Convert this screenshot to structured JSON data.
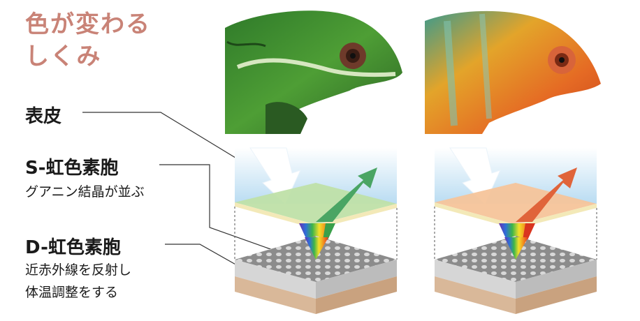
{
  "title": {
    "line1": "色が変わる",
    "line2": "しくみ"
  },
  "labels": {
    "epidermis": "表皮",
    "s_iridophore": "S-虹色素胞",
    "s_desc": "グアニン結晶が並ぶ",
    "d_iridophore": "D-虹色素胞",
    "d_desc1": "近赤外線を反射し",
    "d_desc2": "体温調整をする"
  },
  "panels": [
    {
      "name": "green",
      "skin_color": "#b8dca0",
      "reflect_color": "#4aa564"
    },
    {
      "name": "orange",
      "skin_color": "#f6c49a",
      "reflect_color": "#e0643a"
    }
  ]
}
